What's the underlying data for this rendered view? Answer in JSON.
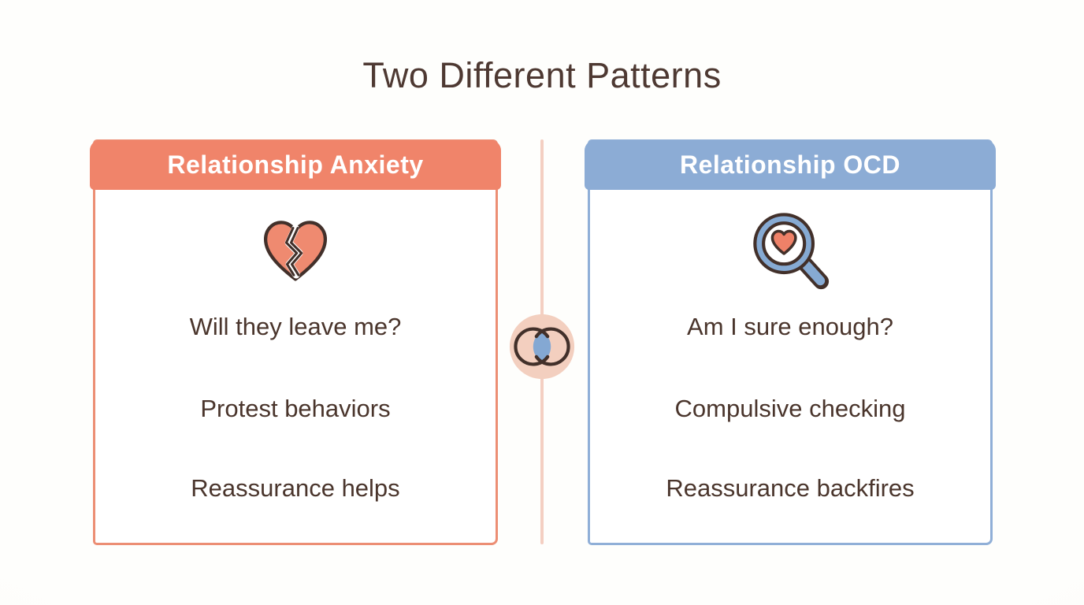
{
  "title": "Two Different Patterns",
  "panels": [
    {
      "header": "Relationship Anxiety",
      "icon": "broken-heart",
      "items": [
        "Will they leave me?",
        "Protest behaviors",
        "Reassurance helps"
      ],
      "colors": {
        "header_bg": "#F0846A",
        "border": "#EC8E74",
        "header_text": "#FFFFFF"
      }
    },
    {
      "header": "Relationship OCD",
      "icon": "magnifying-glass-heart",
      "items": [
        "Am I sure enough?",
        "Compulsive checking",
        "Reassurance backfires"
      ],
      "colors": {
        "header_bg": "#8CACD5",
        "border": "#90AFD7",
        "header_text": "#FFFFFF"
      }
    }
  ],
  "divider": {
    "emblem": "interlocking-rings",
    "line_color": "#F4CFC2",
    "emblem_bg": "#F3CFBF",
    "emblem_ring_color": "#42302A",
    "emblem_overlap_color": "#84A8D3"
  },
  "colors": {
    "background": "#FDFDFB",
    "title_text": "#4E3932",
    "body_text": "#4A352C",
    "icon_outline": "#42302A",
    "broken_heart_fill": "#EF8A70",
    "magnifier_ring": "#86AAD3",
    "magnifier_heart_fill": "#EE8168"
  }
}
